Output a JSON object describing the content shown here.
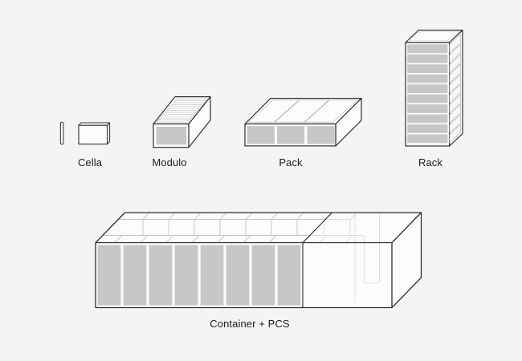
{
  "diagram": {
    "title": "battery-storage-scale-diagram",
    "background": "#f5f4f2",
    "colors": {
      "outline": "#2e2e2e",
      "fill_gray": "#c8c7c6",
      "face_white": "#fcfcfb",
      "grid_line": "#bdbdbd",
      "detail_line": "#c9c9c9",
      "ghost_line": "#d8d8d8",
      "divider_line": "#9e9e9e",
      "side_edge_line": "#b5b5b5",
      "label_color": "#1d1d1f"
    },
    "items": [
      {
        "id": "cella",
        "label": "Cella",
        "cylindrical_cells": 1,
        "prismatic_cells": 1
      },
      {
        "id": "modulo",
        "label": "Modulo",
        "cells": 12
      },
      {
        "id": "pack",
        "label": "Pack",
        "modules": 3
      },
      {
        "id": "rack",
        "label": "Rack",
        "shelves": 10
      },
      {
        "id": "container",
        "label": "Container + PCS",
        "racks": 8
      }
    ]
  }
}
